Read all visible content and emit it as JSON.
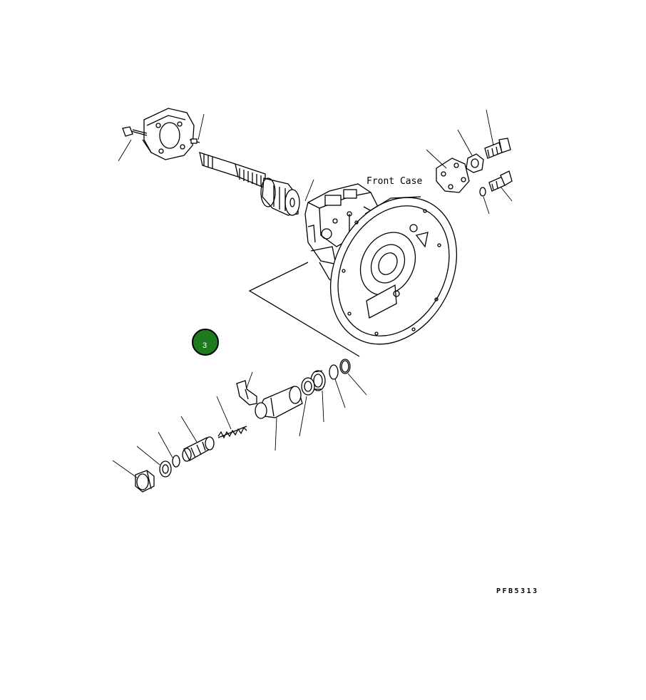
{
  "labels": {
    "front_case": "Front Case",
    "drawing_code": "PFB5313"
  },
  "hotspot": {
    "number": "3",
    "color": "#1e7a1e",
    "border_color": "#000000"
  }
}
